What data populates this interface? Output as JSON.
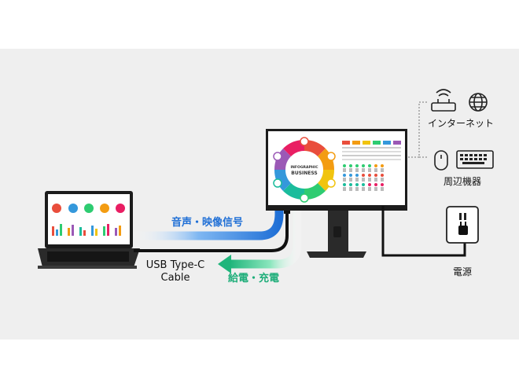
{
  "labels": {
    "av_signal": "音声・映像信号",
    "power_charge": "給電・充電",
    "usb_cable_line1": "USB Type-C",
    "usb_cable_line2": "Cable",
    "internet": "インターネット",
    "peripherals": "周辺機器",
    "power_source": "電源"
  },
  "infographic": {
    "title_line1": "INFOGRAPHIC",
    "title_line2": "BUSINESS"
  },
  "colors": {
    "background_panel": "#efefef",
    "blue_arrow": "#2b7fe0",
    "green_arrow": "#26c281",
    "cable": "#111111",
    "ring_segments": [
      "#e94e3c",
      "#f39c12",
      "#f1c40f",
      "#2ecc71",
      "#1abc9c",
      "#3498db",
      "#9b59b6",
      "#e91e63"
    ]
  },
  "icons": [
    "laptop-icon",
    "monitor-icon",
    "router-icon",
    "globe-icon",
    "mouse-icon",
    "keyboard-icon",
    "power-outlet-icon"
  ]
}
